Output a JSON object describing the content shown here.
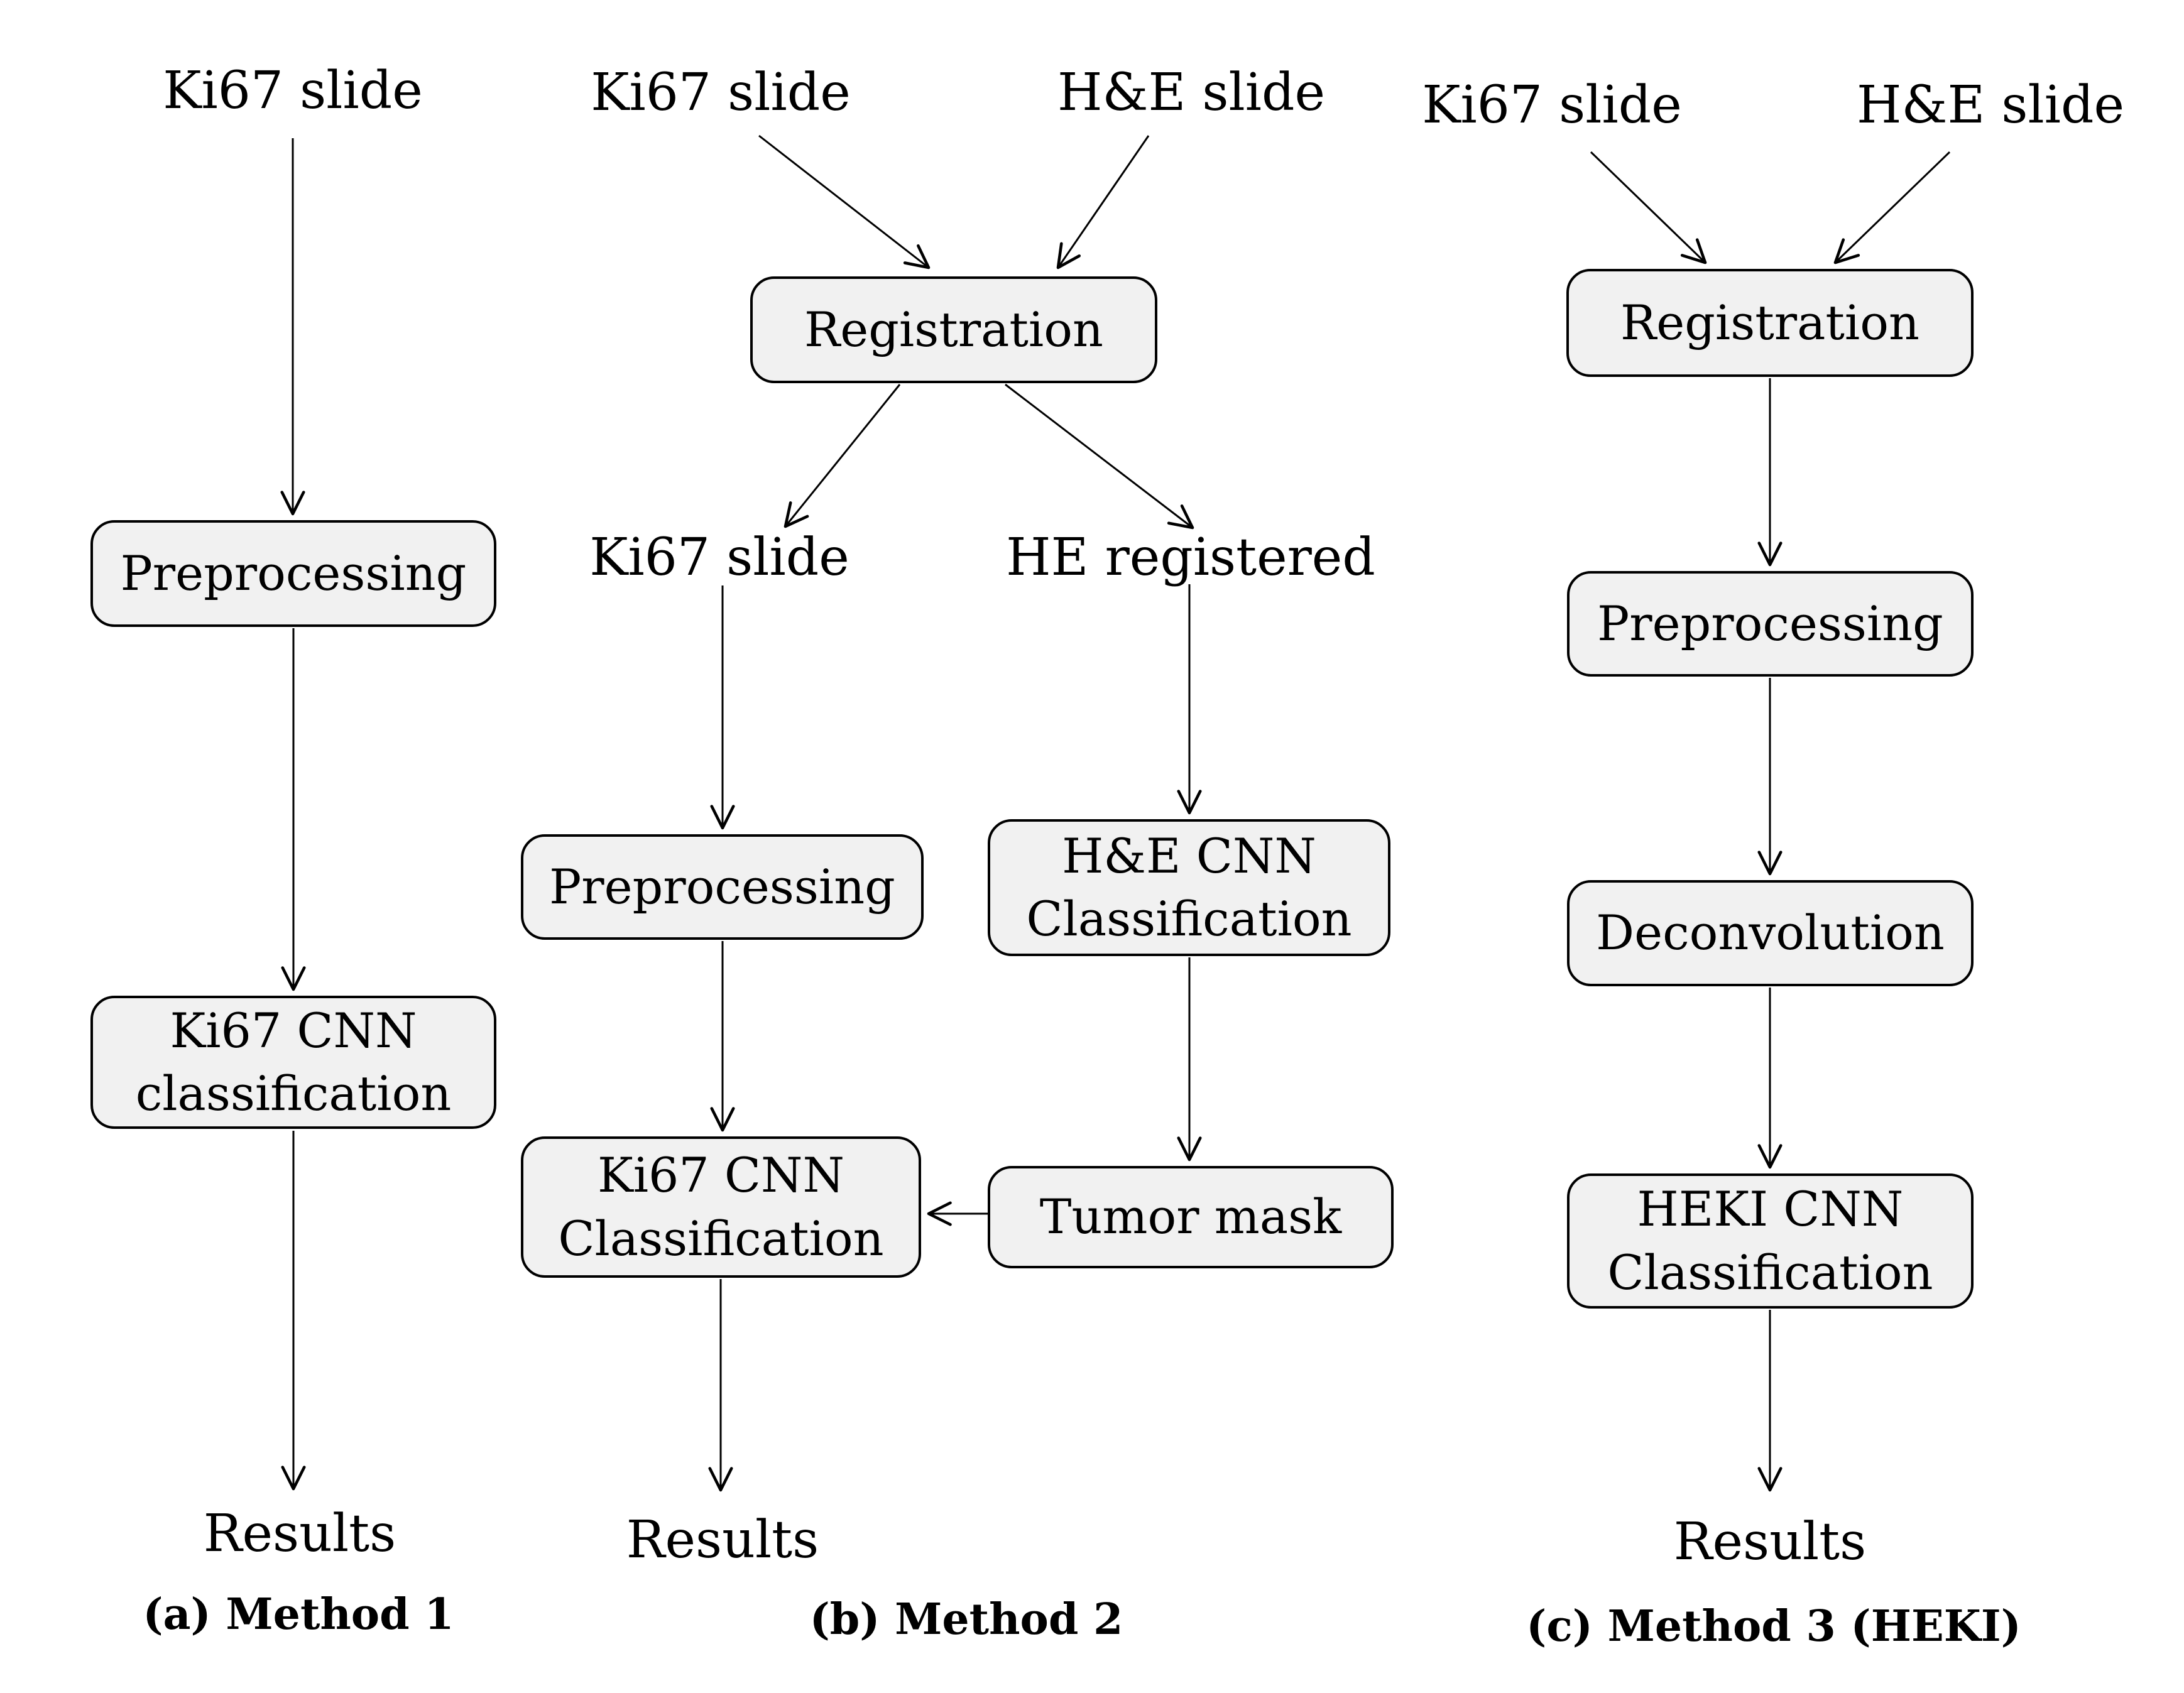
{
  "styles": {
    "background": "#ffffff",
    "box_fill": "#f1f1f1",
    "box_border": "#000000",
    "line_color": "#000000"
  },
  "method_a": {
    "input_label": "Ki67 slide",
    "preprocessing_box": "Preprocessing",
    "classification_box": "Ki67 CNN\nclassification",
    "result_label": "Results",
    "caption": "(a) Method 1"
  },
  "method_b": {
    "input_left_label": "Ki67 slide",
    "input_right_label": "H&E slide",
    "registration_box": "Registration",
    "branch_left_label": "Ki67 slide",
    "branch_right_label": "HE registered",
    "preprocessing_box": "Preprocessing",
    "he_cnn_box": "H&E CNN\nClassification",
    "ki67_cnn_box": "Ki67 CNN\nClassification",
    "tumor_mask_box": "Tumor mask",
    "result_label": "Results",
    "caption": "(b) Method 2"
  },
  "method_c": {
    "input_left_label": "Ki67 slide",
    "input_right_label": "H&E slide",
    "registration_box": "Registration",
    "preprocessing_box": "Preprocessing",
    "deconvolution_box": "Deconvolution",
    "heki_cnn_box": "HEKI CNN\nClassification",
    "result_label": "Results",
    "caption": "(c) Method 3 (HEKI)"
  }
}
